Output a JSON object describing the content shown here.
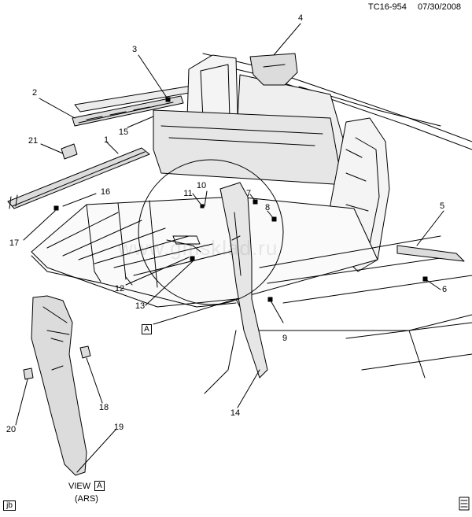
{
  "header": {
    "drawing_code": "TC16-954",
    "date": "07/30/2008"
  },
  "watermark": "www.gmsklad.ru",
  "view_caption": {
    "prefix": "VIEW",
    "view_ref": "A",
    "variant": "(ARS)"
  },
  "view_marker_ref": "A",
  "footer": {
    "left_tag": "jb"
  },
  "callouts": {
    "c1": "1",
    "c2": "2",
    "c3": "3",
    "c4": "4",
    "c5": "5",
    "c6": "6",
    "c7": "7",
    "c8": "8",
    "c9": "9",
    "c10": "10",
    "c11": "11",
    "c12": "12",
    "c13": "13",
    "c14": "14",
    "c15": "15",
    "c16": "16",
    "c17": "17",
    "c18": "18",
    "c19": "19",
    "c20": "20",
    "c21": "21"
  },
  "colors": {
    "ink": "#000000",
    "paper": "#ffffff",
    "panel_fill": "#dcdcdc"
  }
}
